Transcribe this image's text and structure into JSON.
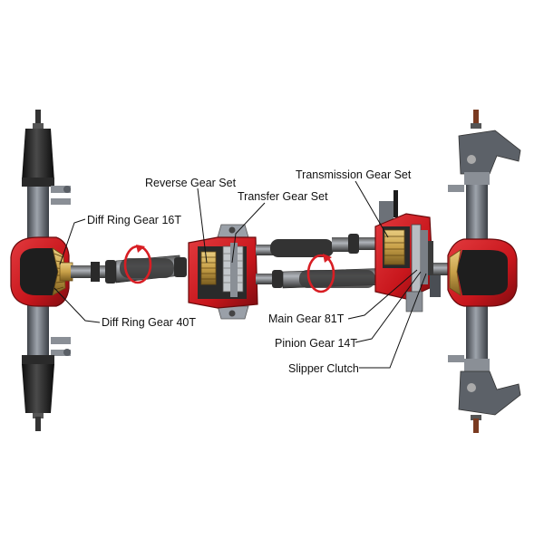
{
  "diagram": {
    "labels": {
      "reverse_gear_set": "Reverse Gear Set",
      "transfer_gear_set": "Transfer Gear Set",
      "transmission_gear_set": "Transmission Gear Set",
      "diff_ring_gear_16t": "Diff Ring Gear 16T",
      "diff_ring_gear_40t": "Diff Ring Gear 40T",
      "main_gear_81t": "Main Gear 81T",
      "pinion_gear_14t": "Pinion Gear 14T",
      "slipper_clutch": "Slipper Clutch"
    },
    "colors": {
      "housing_red": "#c8161c",
      "housing_dark_red": "#7e0c10",
      "axle_grey": "#5c6168",
      "axle_light": "#9aa0a8",
      "rubber_black": "#1c1c1c",
      "gear_gold": "#c8a048",
      "arrow_red": "#d81e24"
    }
  }
}
